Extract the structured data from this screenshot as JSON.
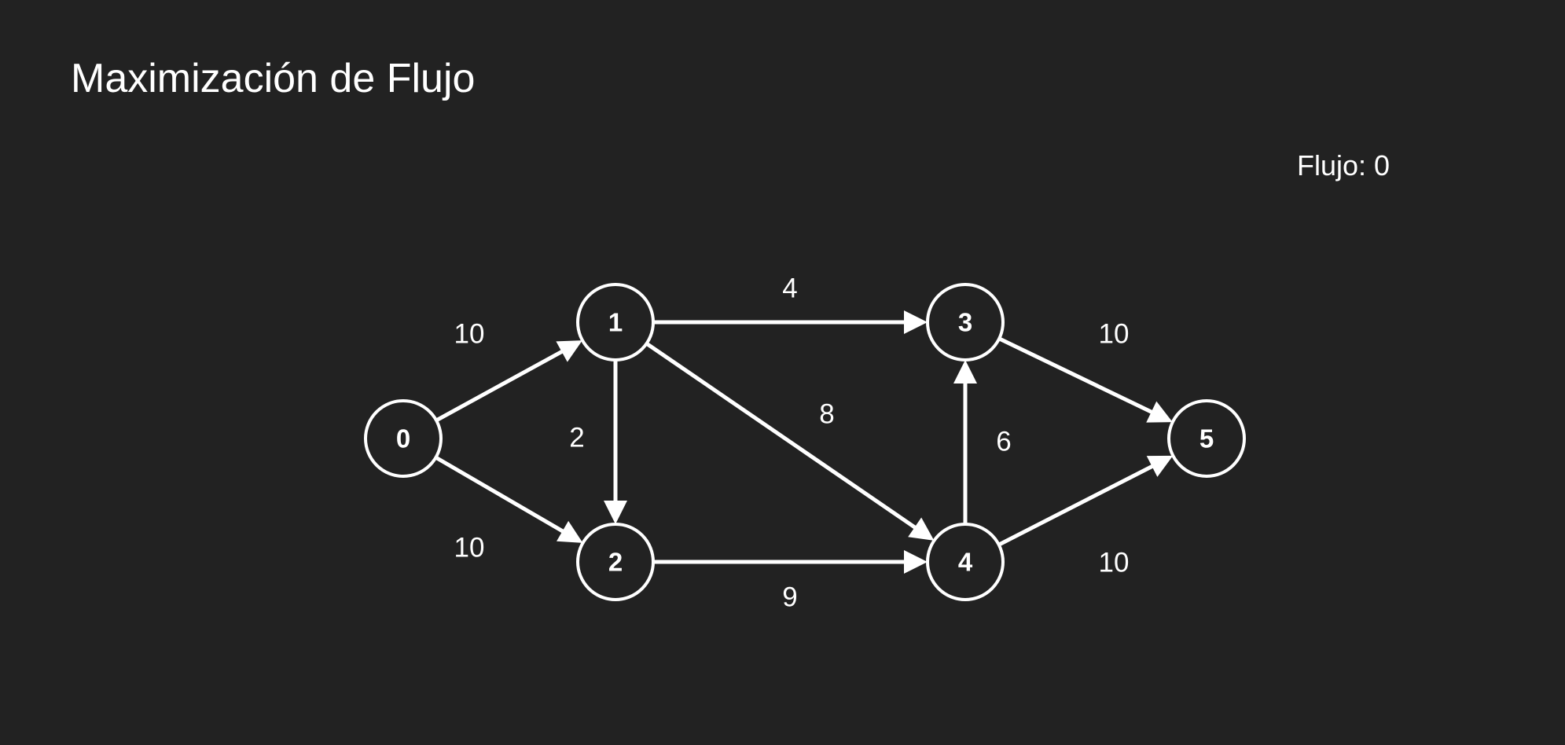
{
  "title": "Maximización de Flujo",
  "flow": {
    "label": "Flujo:",
    "value": "0"
  },
  "colors": {
    "background": "#222222",
    "foreground": "#ffffff"
  },
  "graph": {
    "nodes": [
      {
        "id": "0",
        "label": "0"
      },
      {
        "id": "1",
        "label": "1"
      },
      {
        "id": "2",
        "label": "2"
      },
      {
        "id": "3",
        "label": "3"
      },
      {
        "id": "4",
        "label": "4"
      },
      {
        "id": "5",
        "label": "5"
      }
    ],
    "edges": [
      {
        "from": "0",
        "to": "1",
        "capacity": "10"
      },
      {
        "from": "0",
        "to": "2",
        "capacity": "10"
      },
      {
        "from": "1",
        "to": "2",
        "capacity": "2"
      },
      {
        "from": "1",
        "to": "3",
        "capacity": "4"
      },
      {
        "from": "1",
        "to": "4",
        "capacity": "8"
      },
      {
        "from": "2",
        "to": "4",
        "capacity": "9"
      },
      {
        "from": "4",
        "to": "3",
        "capacity": "6"
      },
      {
        "from": "3",
        "to": "5",
        "capacity": "10"
      },
      {
        "from": "4",
        "to": "5",
        "capacity": "10"
      }
    ]
  }
}
